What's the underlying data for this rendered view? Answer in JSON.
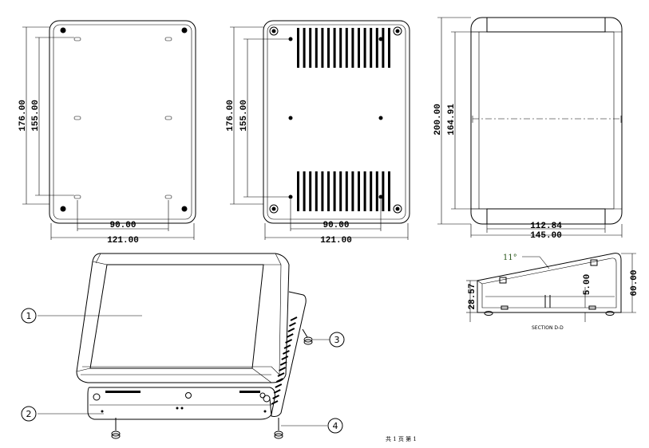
{
  "views": {
    "top_view": {
      "height_outer": "176.00",
      "height_inner": "155.00",
      "width_inner": "90.00",
      "width_outer": "121.00"
    },
    "bottom_view": {
      "height_outer": "176.00",
      "height_inner": "155.00",
      "width_inner": "90.00",
      "width_outer": "121.00"
    },
    "front_view": {
      "height_outer": "200.00",
      "height_inner": "164.91",
      "width_inner": "112.84",
      "width_outer": "145.00"
    },
    "section": {
      "angle": "11°",
      "front_height": "28.57",
      "wall": "5.00",
      "total_height": "60.00",
      "label": "SECTION D-D"
    }
  },
  "callouts": [
    {
      "id": "1",
      "label": "1"
    },
    {
      "id": "2",
      "label": "2"
    },
    {
      "id": "3",
      "label": "3"
    },
    {
      "id": "4",
      "label": "4"
    }
  ],
  "footer": {
    "sheet_text": "共 1 页  第 1"
  }
}
